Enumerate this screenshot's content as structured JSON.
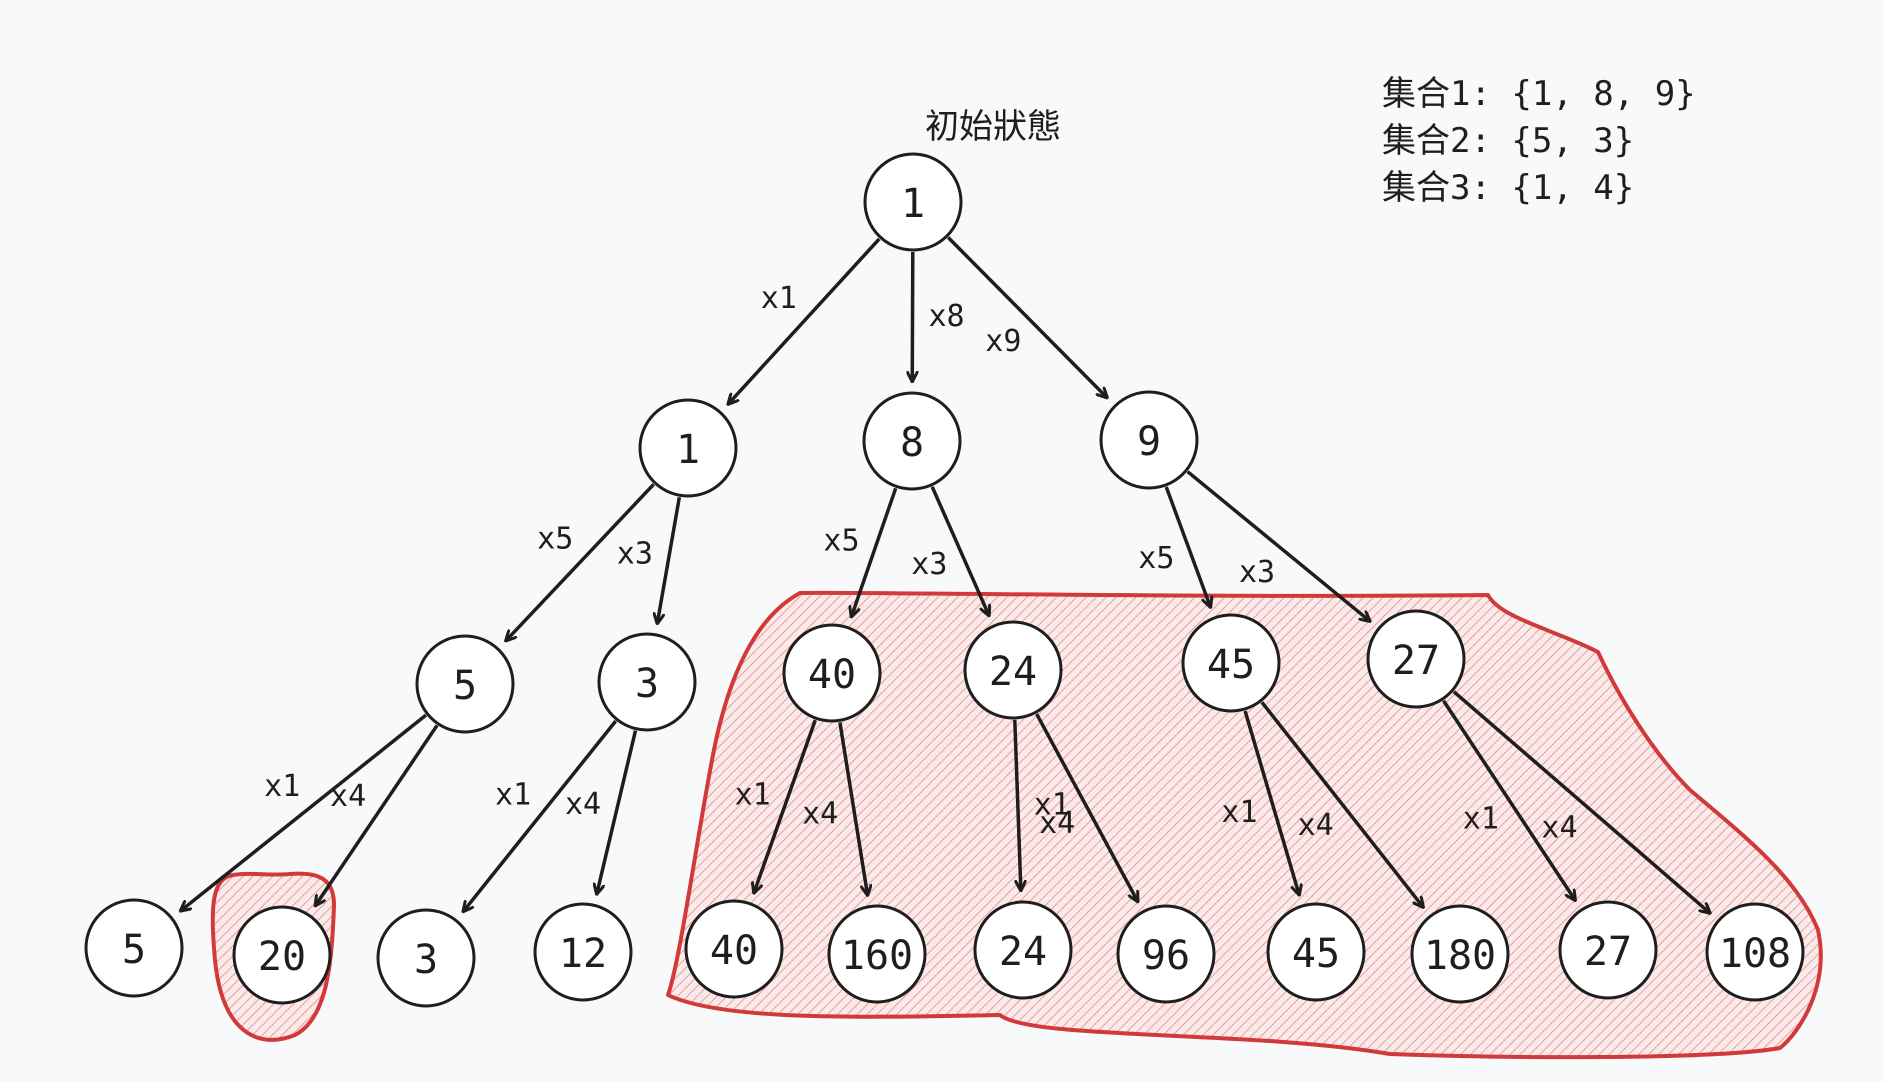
{
  "title": "初始狀態",
  "sets": [
    "集合1: {1, 8, 9}",
    "集合2: {5, 3}",
    "集合3: {1, 4}"
  ],
  "colors": {
    "ink": "#1e1e1e",
    "highlight": "#d23a3a",
    "background": "#f8f9fa"
  },
  "nodes": [
    {
      "id": "root",
      "label": "1"
    },
    {
      "id": "l1-a",
      "label": "1"
    },
    {
      "id": "l1-b",
      "label": "8"
    },
    {
      "id": "l1-c",
      "label": "9"
    },
    {
      "id": "l2-a",
      "label": "5"
    },
    {
      "id": "l2-b",
      "label": "3"
    },
    {
      "id": "l2-c",
      "label": "40"
    },
    {
      "id": "l2-d",
      "label": "24"
    },
    {
      "id": "l2-e",
      "label": "45"
    },
    {
      "id": "l2-f",
      "label": "27"
    },
    {
      "id": "l3-a",
      "label": "5"
    },
    {
      "id": "l3-b",
      "label": "20"
    },
    {
      "id": "l3-c",
      "label": "3"
    },
    {
      "id": "l3-d",
      "label": "12"
    },
    {
      "id": "l3-e",
      "label": "40"
    },
    {
      "id": "l3-f",
      "label": "160"
    },
    {
      "id": "l3-g",
      "label": "24"
    },
    {
      "id": "l3-h",
      "label": "96"
    },
    {
      "id": "l3-i",
      "label": "45"
    },
    {
      "id": "l3-j",
      "label": "180"
    },
    {
      "id": "l3-k",
      "label": "27"
    },
    {
      "id": "l3-l",
      "label": "108"
    }
  ],
  "edges": [
    {
      "from": "root",
      "to": "l1-a",
      "label": "x1"
    },
    {
      "from": "root",
      "to": "l1-b",
      "label": "x8"
    },
    {
      "from": "root",
      "to": "l1-c",
      "label": "x9"
    },
    {
      "from": "l1-a",
      "to": "l2-a",
      "label": "x5"
    },
    {
      "from": "l1-a",
      "to": "l2-b",
      "label": "x3"
    },
    {
      "from": "l1-b",
      "to": "l2-c",
      "label": "x5"
    },
    {
      "from": "l1-b",
      "to": "l2-d",
      "label": "x3"
    },
    {
      "from": "l1-c",
      "to": "l2-e",
      "label": "x5"
    },
    {
      "from": "l1-c",
      "to": "l2-f",
      "label": "x3"
    },
    {
      "from": "l2-a",
      "to": "l3-a",
      "label": "x1"
    },
    {
      "from": "l2-a",
      "to": "l3-b",
      "label": "x4"
    },
    {
      "from": "l2-b",
      "to": "l3-c",
      "label": "x1"
    },
    {
      "from": "l2-b",
      "to": "l3-d",
      "label": "x4"
    },
    {
      "from": "l2-c",
      "to": "l3-e",
      "label": "x1"
    },
    {
      "from": "l2-c",
      "to": "l3-f",
      "label": "x4"
    },
    {
      "from": "l2-d",
      "to": "l3-g",
      "label": "x1"
    },
    {
      "from": "l2-d",
      "to": "l3-h",
      "label": "x4"
    },
    {
      "from": "l2-e",
      "to": "l3-i",
      "label": "x1"
    },
    {
      "from": "l2-e",
      "to": "l3-j",
      "label": "x4"
    },
    {
      "from": "l2-f",
      "to": "l3-k",
      "label": "x1"
    },
    {
      "from": "l2-f",
      "to": "l3-l",
      "label": "x4"
    }
  ]
}
